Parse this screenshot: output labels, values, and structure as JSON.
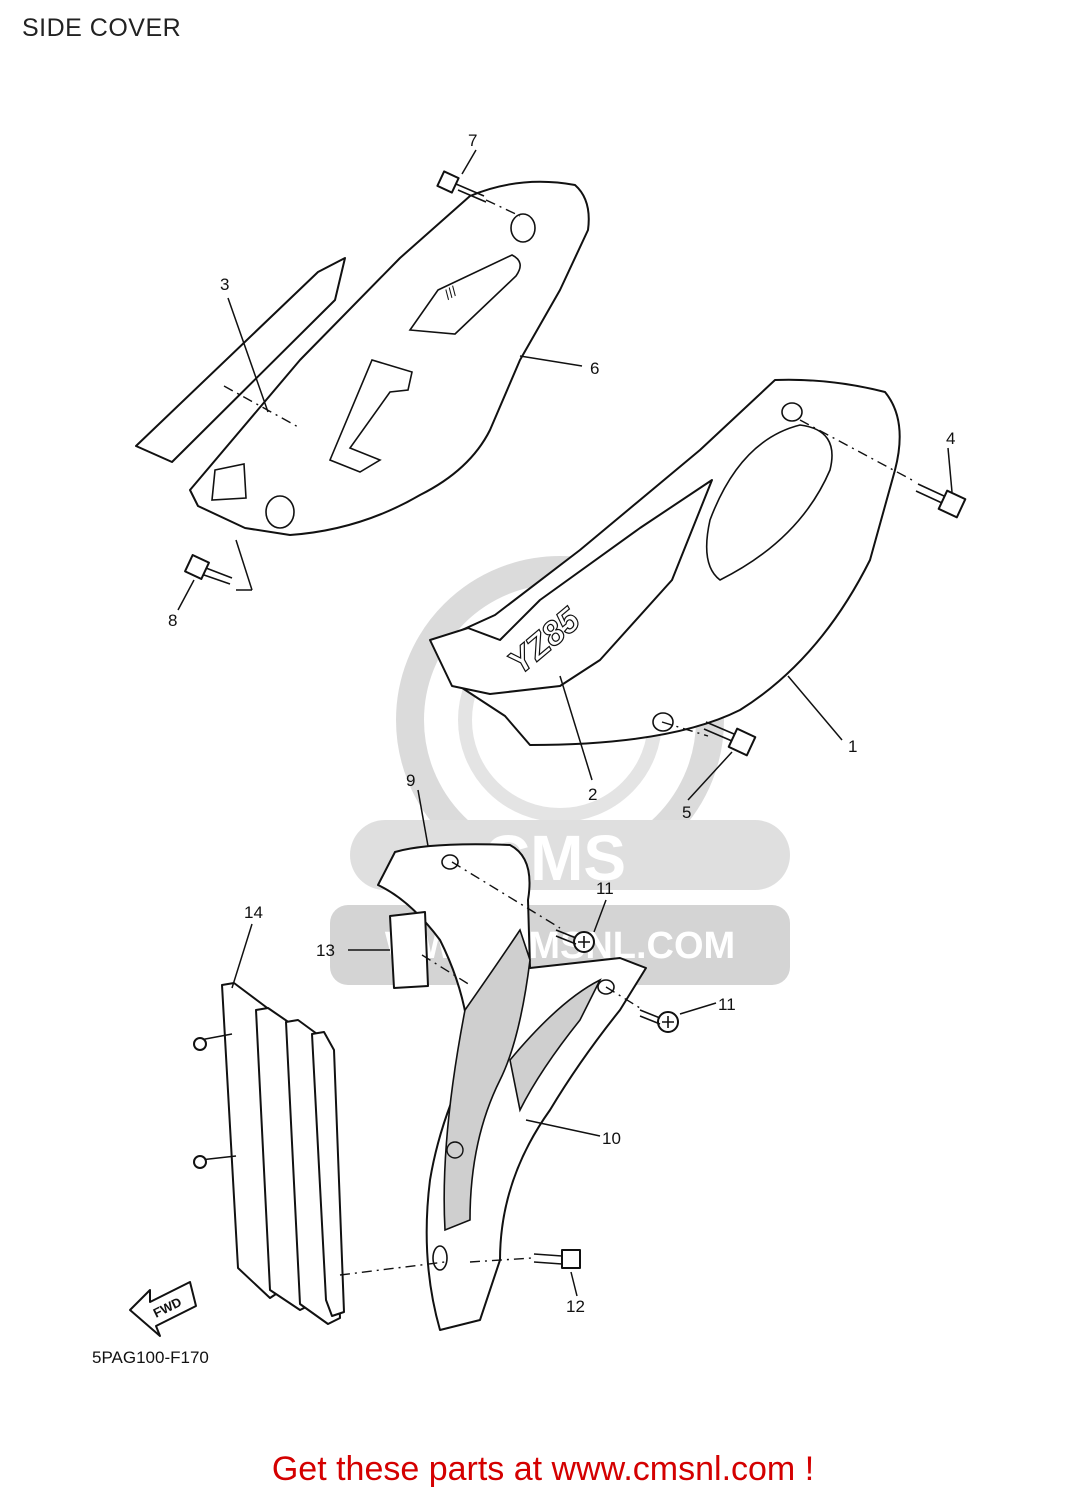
{
  "header": {
    "title": "SIDE COVER"
  },
  "diagram": {
    "watermark": {
      "brand": "CMS",
      "site": "WWW.CMSNL.COM"
    },
    "decal_text": "YZ85",
    "arrow_label": "FWD",
    "drawing_code": "5PAG100-F170",
    "callouts": [
      "1",
      "2",
      "3",
      "4",
      "5",
      "6",
      "7",
      "8",
      "9",
      "10",
      "11",
      "11",
      "12",
      "13",
      "14"
    ]
  },
  "footer": {
    "text": "Get these parts at www.cmsnl.com !"
  },
  "colors": {
    "footer_text": "#d40000",
    "line": "#111111",
    "watermark": "#d8d8d8"
  }
}
